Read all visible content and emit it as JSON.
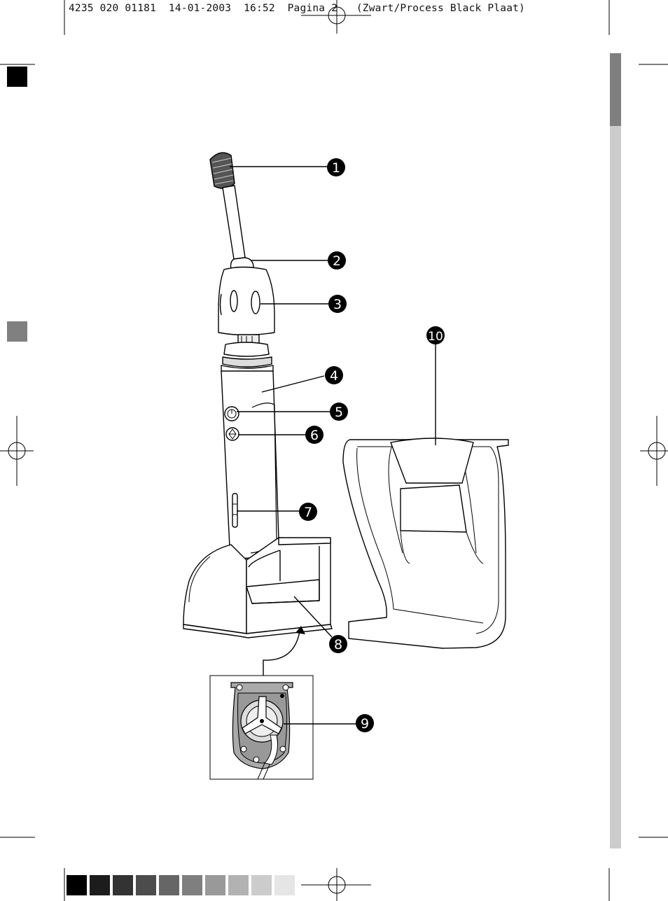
{
  "header": {
    "job_number": "4235 020 01181",
    "date": "14-01-2003",
    "time": "16:52",
    "page": "Pagina 2",
    "plate": "(Zwart/Process Black Plaat)"
  },
  "callouts": [
    "1",
    "2",
    "3",
    "4",
    "5",
    "6",
    "7",
    "8",
    "9",
    "10"
  ],
  "swatch_colors": [
    "#000000",
    "#1c1c1c",
    "#333333",
    "#4c4c4c",
    "#666666",
    "#7f7f7f",
    "#999999",
    "#b2b2b2",
    "#cccccc",
    "#e5e5e5"
  ],
  "colors": {
    "side_bar_dark": "#7f7f7f",
    "side_bar_light": "#cccccc",
    "callout_fill": "#000000"
  }
}
